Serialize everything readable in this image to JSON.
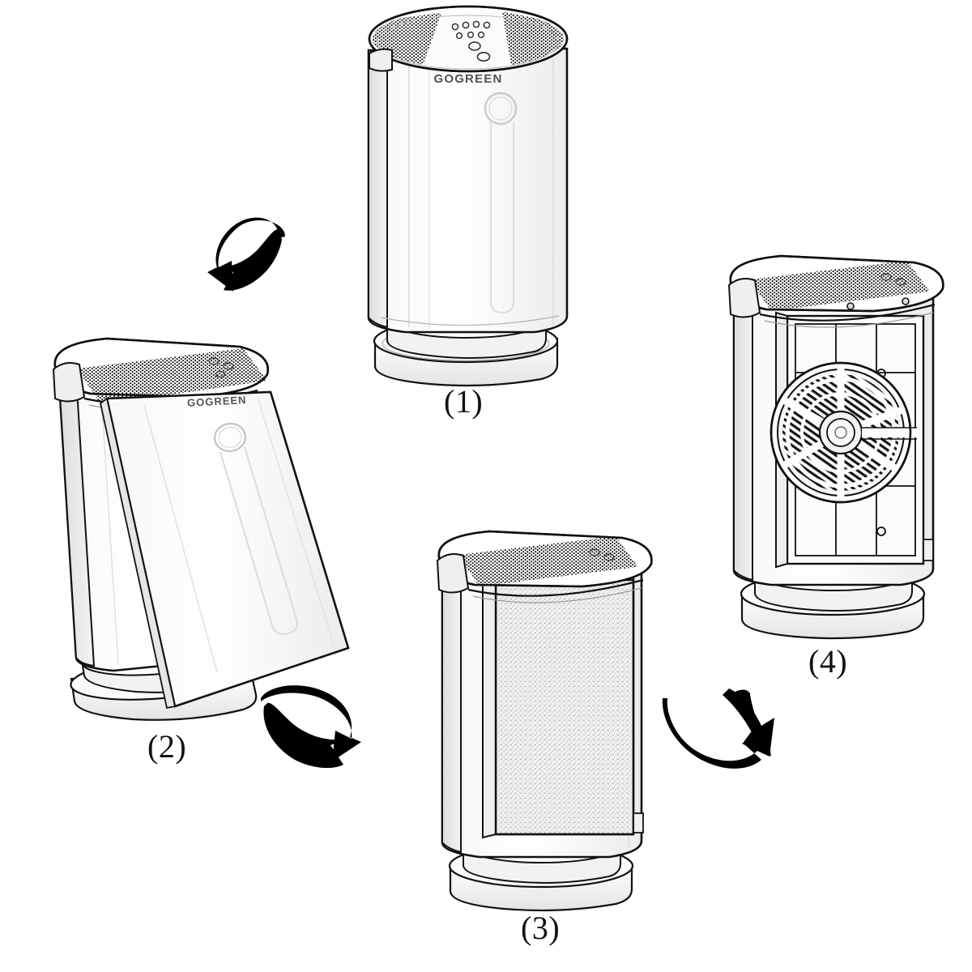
{
  "figure": {
    "title": "Air purifier filter replacement exploded step sequence",
    "background_color": "#ffffff",
    "line_color": "#111111",
    "shade_color": "#e9e9e9",
    "arrow_color": "#000000",
    "brand_logo_text": "GOGREEN"
  },
  "steps": [
    {
      "id": "step-1",
      "label": "(1)",
      "caption_position": "below",
      "description": "Assembled air purifier standing upright on oval pedestal base, front cover closed, brand logo and round control recess on front panel, perforated top grille with control buttons."
    },
    {
      "id": "step-2",
      "label": "(2)",
      "caption_position": "below",
      "description": "Front cover panel tilted outward and removed from the body, leaning against the pedestal base."
    },
    {
      "id": "step-3",
      "label": "(3)",
      "caption_position": "below",
      "description": "Body with front cover removed exposing the rectangular speckled filter cartridge seated in the housing."
    },
    {
      "id": "step-4",
      "label": "(4)",
      "caption_position": "below",
      "description": "Filter cartridge removed revealing the inner grid frame and the circular fan with radial blades and center hub."
    }
  ],
  "arrows": [
    {
      "id": "arrow-1-to-2",
      "from_step": "(1)",
      "to_step": "(2)",
      "direction": "down-left",
      "style": "curved-solid-black"
    },
    {
      "id": "arrow-2-to-3",
      "from_step": "(2)",
      "to_step": "(3)",
      "direction": "down-right",
      "style": "curved-solid-black"
    },
    {
      "id": "arrow-3-to-4",
      "from_step": "(3)",
      "to_step": "(4)",
      "direction": "up-right",
      "style": "curved-solid-black"
    }
  ]
}
